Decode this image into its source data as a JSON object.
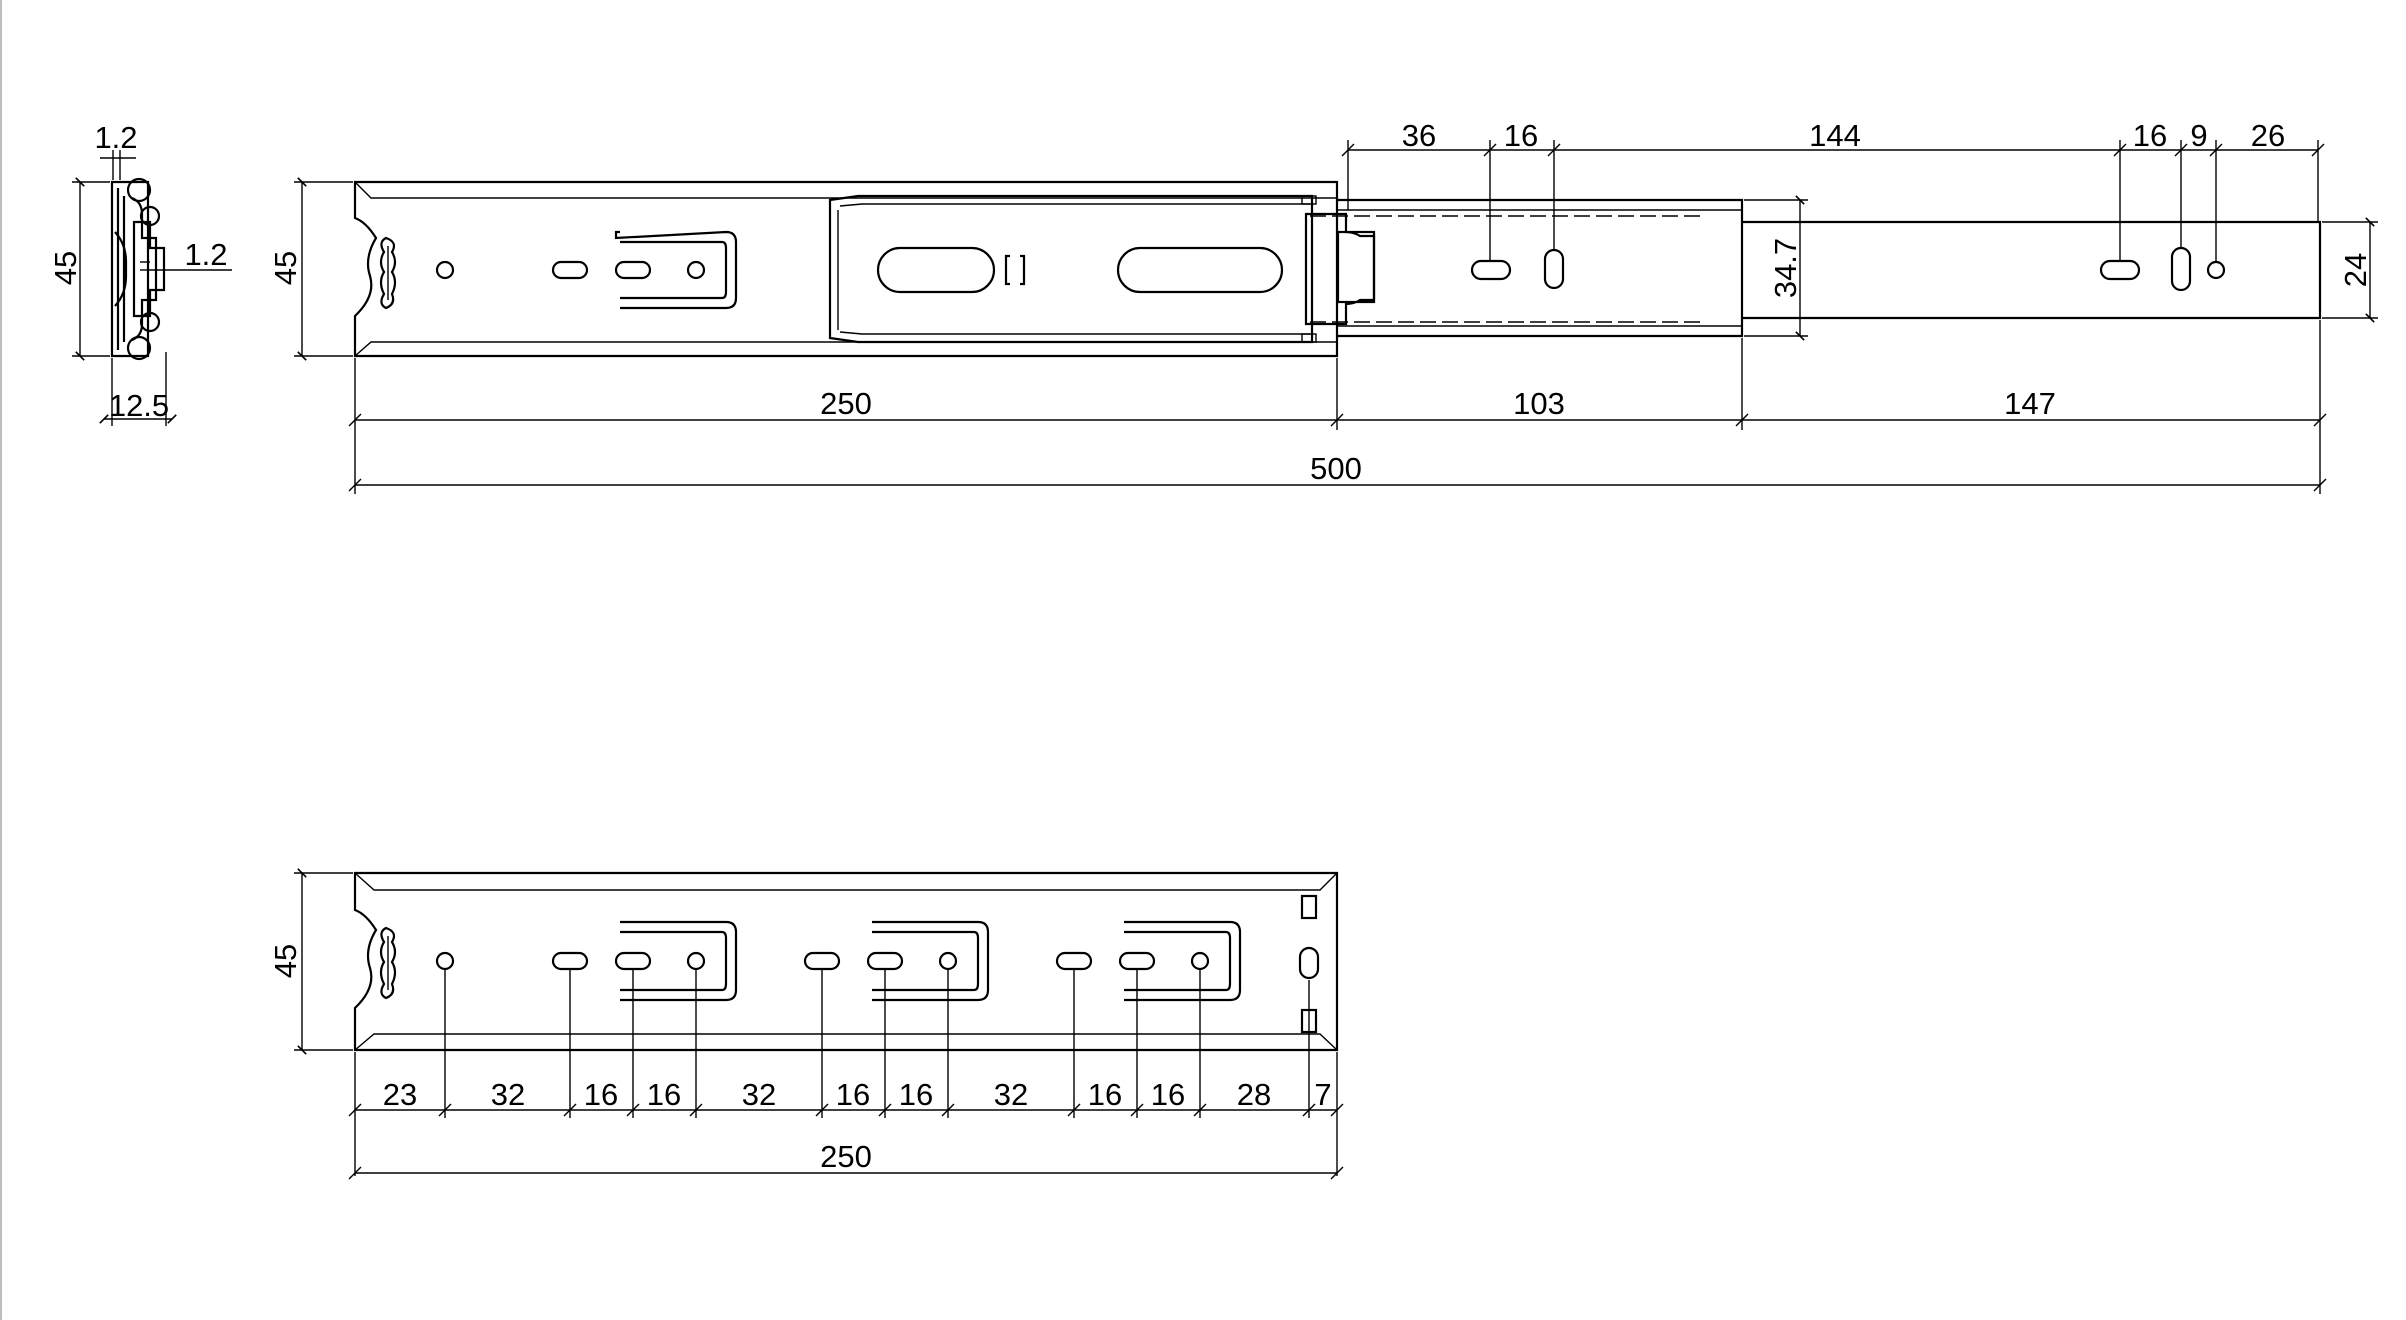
{
  "colors": {
    "line": "#000000",
    "background": "#ffffff",
    "left_border": "#bdbdbd"
  },
  "profile_view": {
    "dims": {
      "thickness_top": "1.2",
      "height": "45",
      "thickness_side": "1.2",
      "width": "12.5"
    }
  },
  "extended_view": {
    "dims": {
      "height": "45",
      "top_spacings": [
        "36",
        "16",
        "144",
        "16",
        "9",
        "26"
      ],
      "inner_height": "34.7",
      "end_height": "24",
      "segments": [
        "250",
        "103",
        "147"
      ],
      "total": "500"
    }
  },
  "closed_view": {
    "dims": {
      "height": "45",
      "spacings": [
        "23",
        "32",
        "16",
        "16",
        "32",
        "16",
        "16",
        "32",
        "16",
        "16",
        "28",
        "7"
      ],
      "total": "250"
    }
  }
}
